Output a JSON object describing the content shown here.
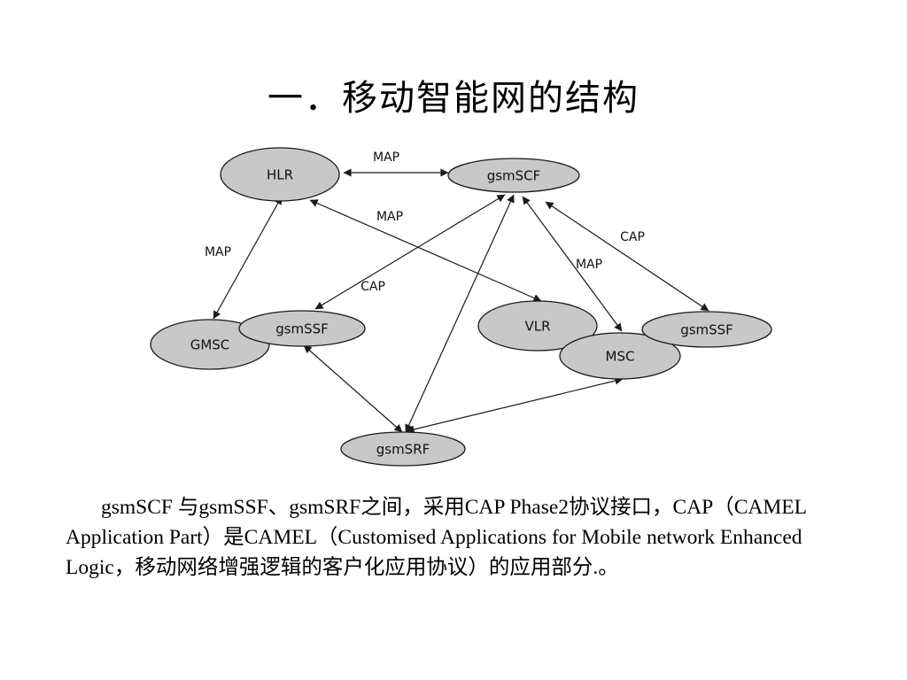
{
  "slide": {
    "title": "一．移动智能网的结构",
    "description": "gsmSCF 与gsmSSF、gsmSRF之间，采用CAP Phase2协议接口，CAP（CAMEL Application Part）是CAMEL（Customised Applications for Mobile network Enhanced Logic，移动网络增强逻辑的客户化应用协议）的应用部分.。"
  },
  "diagram": {
    "node_fill": "#c8c8c8",
    "stroke_color": "#1a1a1a",
    "nodes": [
      {
        "id": "hlr",
        "label": "HLR"
      },
      {
        "id": "gsmscf",
        "label": "gsmSCF"
      },
      {
        "id": "gmsc",
        "label": "GMSC"
      },
      {
        "id": "gsmssf-left",
        "label": "gsmSSF"
      },
      {
        "id": "vlr",
        "label": "VLR"
      },
      {
        "id": "msc",
        "label": "MSC"
      },
      {
        "id": "gsmssf-right",
        "label": "gsmSSF"
      },
      {
        "id": "gsmsrf",
        "label": "gsmSRF"
      }
    ],
    "edges": [
      {
        "id": "hlr-gsmscf",
        "from": "hlr",
        "to": "gsmscf",
        "label": "MAP"
      },
      {
        "id": "hlr-gmsc",
        "from": "hlr",
        "to": "gmsc",
        "label": "MAP"
      },
      {
        "id": "hlr-vlr",
        "from": "hlr",
        "to": "vlr",
        "label": "MAP"
      },
      {
        "id": "gsmscf-gsmssf-left",
        "from": "gsmscf",
        "to": "gsmssf-left",
        "label": "CAP"
      },
      {
        "id": "gsmscf-gsmssf-right",
        "from": "gsmscf",
        "to": "gsmssf-right",
        "label": "CAP"
      },
      {
        "id": "gsmscf-msc",
        "from": "gsmscf",
        "to": "msc",
        "label": "MAP"
      },
      {
        "id": "gsmscf-gsmsrf",
        "from": "gsmscf",
        "to": "gsmsrf",
        "label": ""
      },
      {
        "id": "gsmssf-left-gsmsrf",
        "from": "gsmssf-left",
        "to": "gsmsrf",
        "label": ""
      },
      {
        "id": "msc-gsmsrf",
        "from": "msc",
        "to": "gsmsrf",
        "label": ""
      }
    ]
  }
}
